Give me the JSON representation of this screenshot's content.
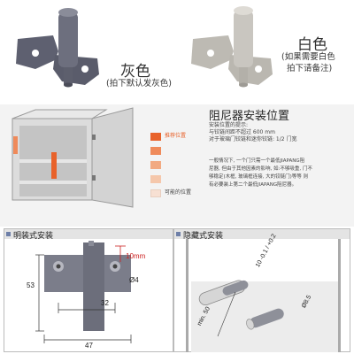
{
  "products": {
    "gray": {
      "name": "灰色",
      "note": "(拍下默认发灰色)",
      "color": "#6b6d7c"
    },
    "white": {
      "name": "白色",
      "note_lines": [
        "(如果需要白色",
        "拍下请备注)"
      ],
      "color": "#c9c6c0"
    }
  },
  "install_position": {
    "title": "阻尼器安装位置",
    "tips": [
      "安装位置的提示:",
      "与铰链间距不超过 600 mm",
      "对于玻璃门铰链和迷你铰链: 1/2 门宽"
    ],
    "legend": [
      {
        "label": "推荐位置",
        "color": "#e8622a"
      },
      {
        "label": "",
        "color": "#ef8a5a"
      },
      {
        "label": "",
        "color": "#f2aa82"
      },
      {
        "label": "",
        "color": "#f5c7ab"
      },
      {
        "label": "可能的位置",
        "color": "#f7e0d3"
      }
    ],
    "paragraph_lines": [
      "一般情况下, 一个门只需一个最低JIAPANG阻",
      "尼器, 但由于其他因素的影响, 如:不够吸重, 门不",
      "够稳定(木框, 玻璃框连接, 大的铰链门)等等 则",
      "有必要装上第二个最低JIAPANG阻尼器。"
    ]
  },
  "surface_install": {
    "title": "明装式安装",
    "dimensions": {
      "height": "53",
      "width": "47",
      "hole_spacing": "32",
      "hole_dia": "Ø4",
      "offset": "10mm"
    }
  },
  "hidden_install": {
    "title": "隐藏式安装",
    "dimensions": {
      "depth": "10 -0.1 / +0.2",
      "min": "min. 50",
      "dia": "Ø8.5"
    }
  }
}
